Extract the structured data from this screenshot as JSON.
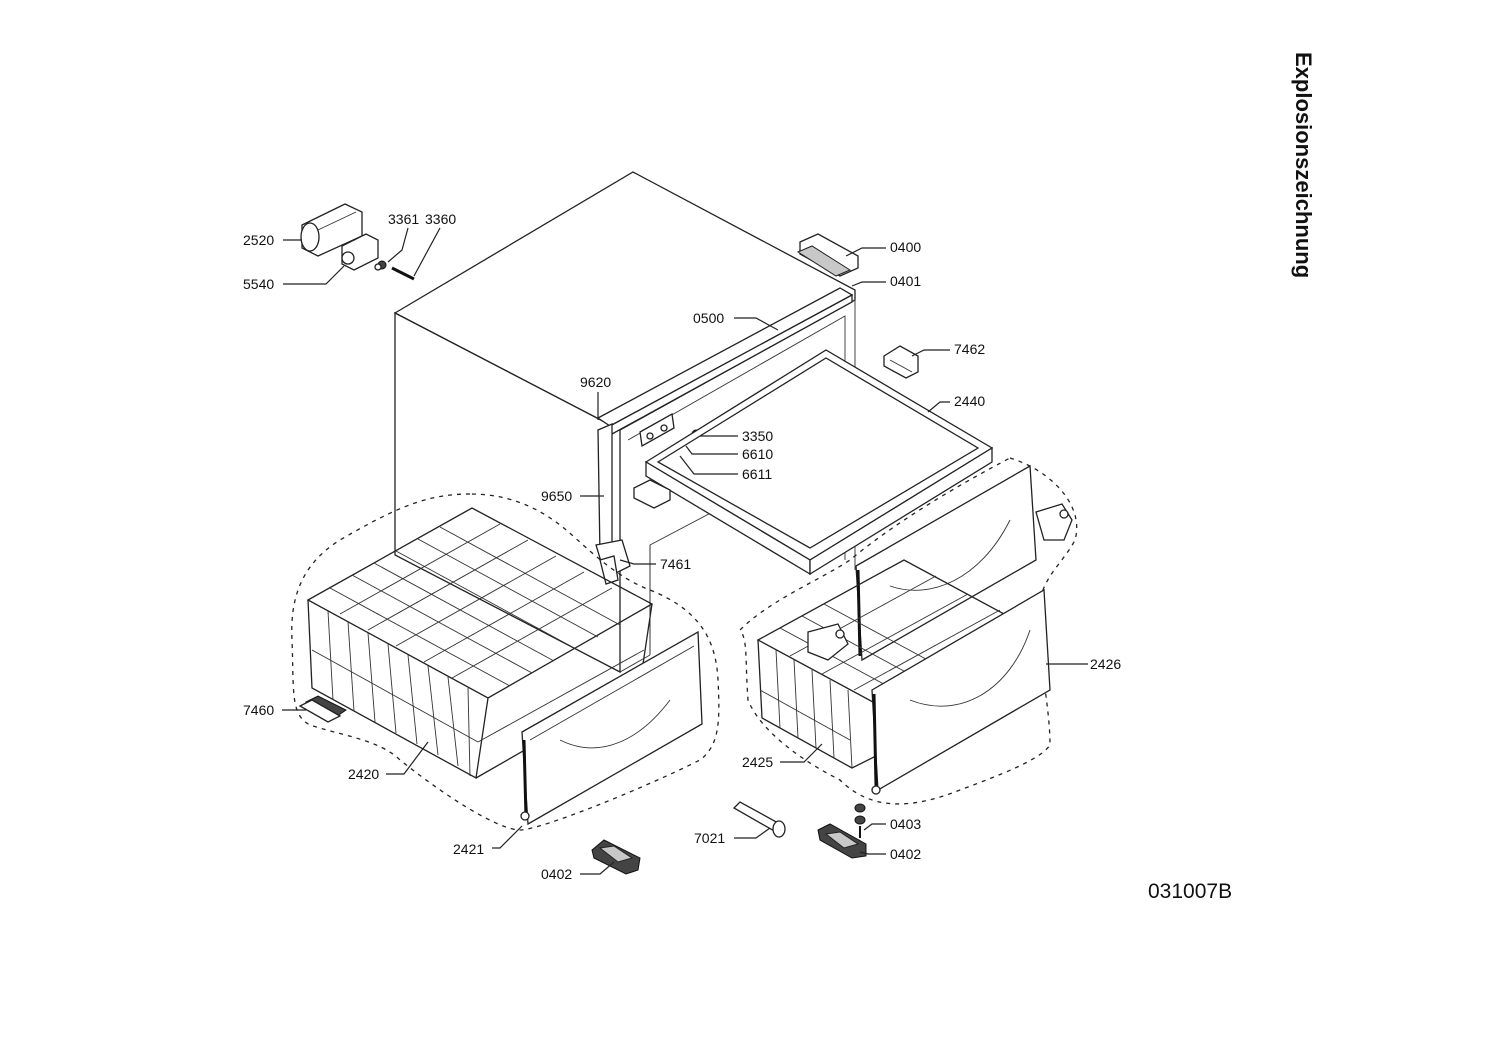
{
  "title": "Explosionszeichnung",
  "drawing_code": "031007B",
  "callouts": {
    "c2520": "2520",
    "c3361": "3361",
    "c3360": "3360",
    "c5540": "5540",
    "c0400": "0400",
    "c0401": "0401",
    "c0500": "0500",
    "c7462": "7462",
    "c9620": "9620",
    "c2440": "2440",
    "c3350": "3350",
    "c6610": "6610",
    "c6611": "6611",
    "c9650": "9650",
    "c7461": "7461",
    "c2426": "2426",
    "c7460": "7460",
    "c2420": "2420",
    "c2425": "2425",
    "c2421": "2421",
    "c7021": "7021",
    "c0403": "0403",
    "c0402a": "0402",
    "c0402b": "0402"
  }
}
